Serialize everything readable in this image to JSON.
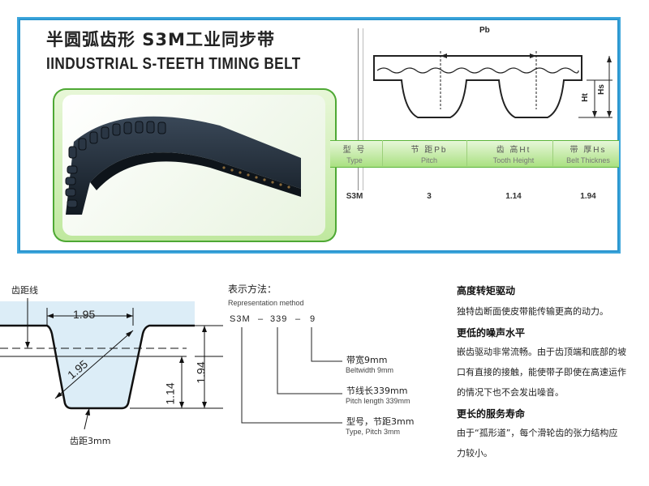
{
  "header": {
    "title_cn": "半圆弧齿形  S3M工业同步带",
    "title_en": "IINDUSTRIAL S-TEETH TIMING BELT"
  },
  "profile_diagram": {
    "pitch_label": "Pb",
    "tooth_height_label": "Ht",
    "belt_thickness_label": "Hs"
  },
  "spec_table": {
    "headers": [
      {
        "cn": "型 号",
        "en": "Type"
      },
      {
        "cn": "节 距Pb",
        "en": "Pitch"
      },
      {
        "cn": "齿 高Ht",
        "en": "Tooth Height"
      },
      {
        "cn": "带 厚Hs",
        "en": "Belt Thicknes"
      }
    ],
    "row": [
      "S3M",
      "3",
      "1.14",
      "1.94"
    ]
  },
  "dimension_drawing": {
    "pitch_line_label": "齿距线",
    "top_width": "1.95",
    "diagonal": "1.95",
    "tooth_height": "1.14",
    "belt_thickness": "1.94",
    "pitch_label": "齿距3mm"
  },
  "representation": {
    "title": "表示方法：",
    "subtitle": "Representation method",
    "code_parts": [
      "S3M",
      "–",
      "339",
      "–",
      "9"
    ],
    "items": [
      {
        "cn": "带宽9mm",
        "en": "Beltwidth 9mm"
      },
      {
        "cn": "节线长339mm",
        "en": "Pitch length 339mm"
      },
      {
        "cn": "型号，节距3mm",
        "en": "Type, Pitch 3mm"
      }
    ]
  },
  "features": [
    {
      "heading": "高度转矩驱动",
      "lines": [
        "独特齿断面使皮带能传输更高的动力。"
      ]
    },
    {
      "heading": "更低的噪声水平",
      "lines": [
        "嵌齿驱动非常流畅。由于齿顶端和底部的坡",
        "口有直接的接触，能使带子即使在高速运作",
        "的情况下也不会发出噪音。"
      ]
    },
    {
      "heading": "更长的服务寿命",
      "lines": [
        "由于“孤形道”，每个滑轮齿的张力结构应",
        "力较小。"
      ]
    }
  ],
  "colors": {
    "panel_border": "#3da6dc",
    "green_frame": "#4ea834",
    "belt": "#1d2630"
  }
}
